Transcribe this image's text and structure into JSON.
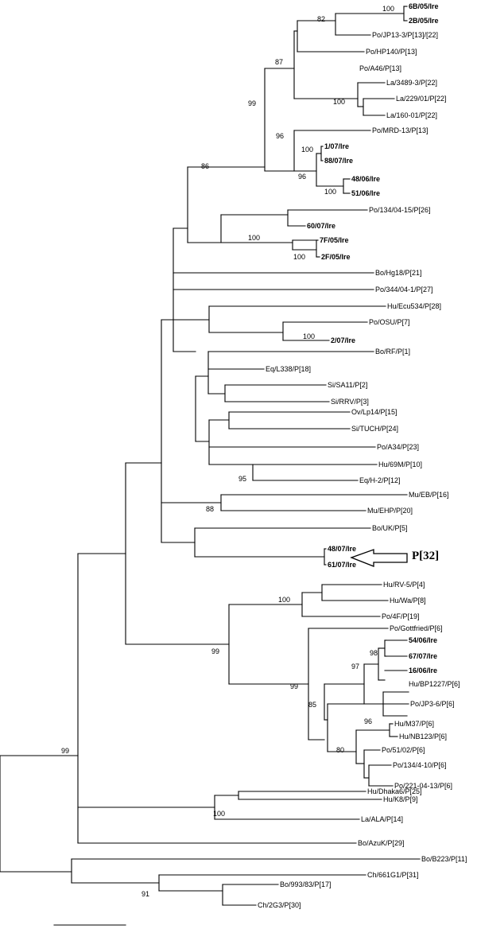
{
  "figure": {
    "annotation": "P[32]",
    "scale_bar_label": ""
  },
  "leaves": {
    "l01": "6B/05/Ire",
    "l02": "2B/05/Ire",
    "l03": "Po/JP13-3/P[13]/[22]",
    "l04": "Po/HP140/P[13]",
    "l05": "Po/A46/P[13]",
    "l06": "La/3489-3/P[22]",
    "l07": "La/229/01/P[22]",
    "l08": "La/160-01/P[22]",
    "l09": "Po/MRD-13/P[13]",
    "l10": "1/07/Ire",
    "l11": "88/07/Ire",
    "l12": "48/06/Ire",
    "l13": "51/06/Ire",
    "l14": "Po/134/04-15/P[26]",
    "l15": "60/07/Ire",
    "l16": "7F/05/Ire",
    "l17": "2F/05/Ire",
    "l18": "Bo/Hg18/P[21]",
    "l19": "Po/344/04-1/P[27]",
    "l20": "Hu/Ecu534/P[28]",
    "l21": "Po/OSU/P[7]",
    "l22": "2/07/Ire",
    "l23": "Bo/RF/P[1]",
    "l24": "Eq/L338/P[18]",
    "l25": "Si/SA11/P[2]",
    "l26": "Si/RRV/P[3]",
    "l27": "Ov/Lp14/P[15]",
    "l28": "Si/TUCH/P[24]",
    "l29": "Po/A34/P[23]",
    "l30": "Hu/69M/P[10]",
    "l31": "Eq/H-2/P[12]",
    "l32": "Mu/EB/P[16]",
    "l33": "Mu/EHP/P[20]",
    "l34": "Bo/UK/P[5]",
    "l35": "48/07/Ire",
    "l36": "61/07/Ire",
    "l37": "Hu/RV-5/P[4]",
    "l38": "Hu/Wa/P[8]",
    "l39": "Po/4F/P[19]",
    "l40": "Po/Gottfried/P[6]",
    "l41": "54/06/Ire",
    "l42": "67/07/Ire",
    "l43": "16/06/Ire",
    "l44": "Hu/BP1227/P[6]",
    "l45": "Po/JP3-6/P[6]",
    "l46": "Hu/M37/P[6]",
    "l47": "Hu/NB123/P[6]",
    "l48": "Po/51/02/P[6]",
    "l49": "Po/134/4-10/P[6]",
    "l50": "Po/221-04-13/P[6]",
    "l51": "Hu/Dhaka6/P[25]",
    "l52": "Hu/K8/P[9]",
    "l53": "La/ALA/P[14]",
    "l54": "Bo/AzuK/P[29]",
    "l55": "Bo/B223/P[11]",
    "l56": "Ch/661G1/P[31]",
    "l57": "Bo/993/83/P[17]",
    "l58": "Ch/2G3/P[30]"
  },
  "bootstrap": {
    "b01": "100",
    "b02": "82",
    "b03": "87",
    "b04": "100",
    "b05": "99",
    "b06": "100",
    "b07": "96",
    "b08": "96",
    "b09": "100",
    "b10": "86",
    "b11": "100",
    "b12": "100",
    "b13": "100",
    "b14": "95",
    "b15": "88",
    "b16": "100",
    "b17": "99",
    "b18": "98",
    "b19": "97",
    "b20": "99",
    "b21": "85",
    "b22": "96",
    "b23": "80",
    "b24": "99",
    "b25": "100",
    "b26": "91"
  }
}
